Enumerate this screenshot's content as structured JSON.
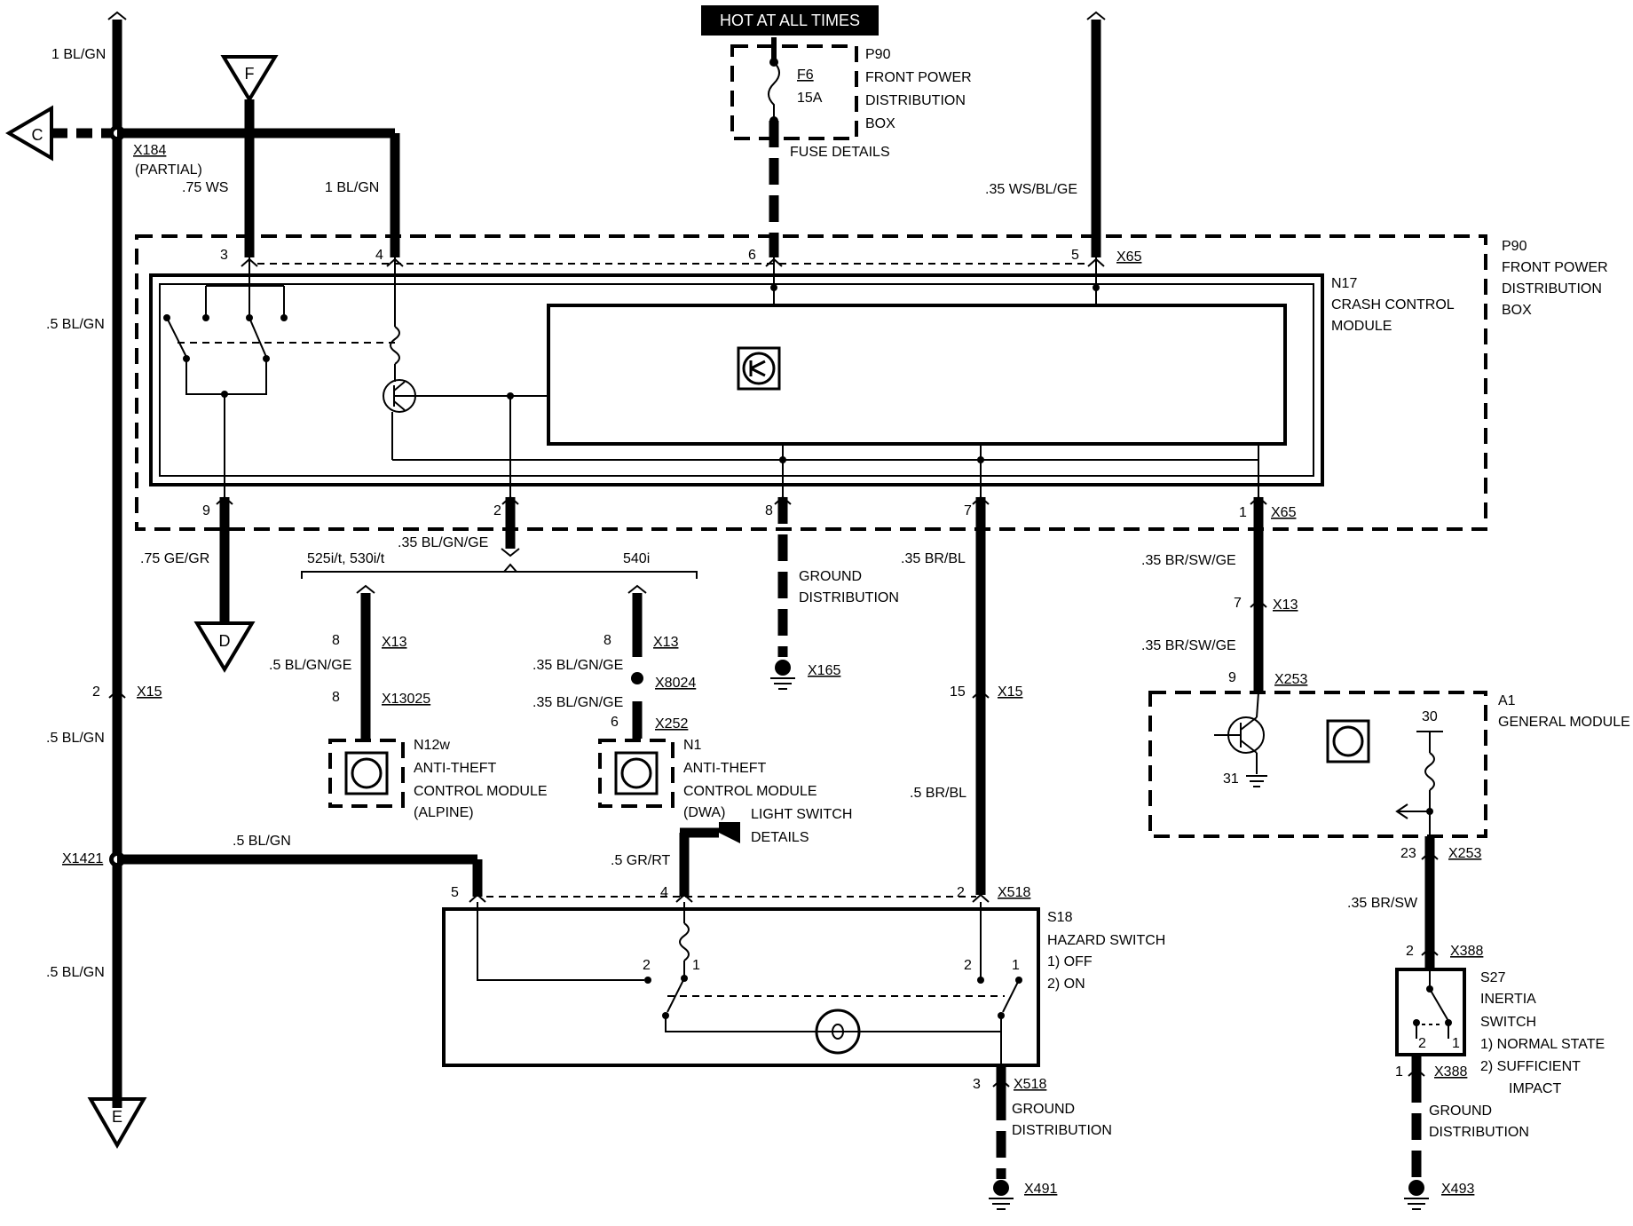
{
  "hot_label": "HOT AT ALL TIMES",
  "fuse": {
    "name": "F6",
    "rating": "15A",
    "details": "FUSE DETAILS"
  },
  "p90": {
    "id": "P90",
    "line1": "FRONT POWER",
    "line2": "DISTRIBUTION",
    "line3": "BOX"
  },
  "n17": {
    "id": "N17",
    "line1": "CRASH CONTROL",
    "line2": "MODULE"
  },
  "connectors": {
    "f": "F",
    "c": "C",
    "d": "D",
    "e": "E",
    "x184": "X184",
    "partial": "(PARTIAL)",
    "x65": "X65",
    "x15": "X15",
    "x13": "X13",
    "x13025": "X13025",
    "x8024": "X8024",
    "x252": "X252",
    "x165": "X165",
    "x253": "X253",
    "x1421": "X1421",
    "x518": "X518",
    "x388": "X388",
    "x491": "X491",
    "x493": "X493"
  },
  "wires": {
    "bl_gn_1": "1 BL/GN",
    "ws_075": ".75 WS",
    "bl_gn_1b": "1 BL/GN",
    "ws_bl_ge": ".35 WS/BL/GE",
    "bl_gn_05": ".5 BL/GN",
    "ge_gr": ".75 GE/GR",
    "bl_gn_ge_035": ".35 BL/GN/GE",
    "bl_gn_ge_05": ".5 BL/GN/GE",
    "br_bl_035": ".35 BR/BL",
    "br_bl_05": ".5 BR/BL",
    "br_sw_ge": ".35 BR/SW/GE",
    "br_sw": ".35 BR/SW",
    "gr_rt": ".5 GR/RT"
  },
  "variants": {
    "v1": "525i/t, 530i/t",
    "v2": "540i"
  },
  "ground_distribution": {
    "line1": "GROUND",
    "line2": "DISTRIBUTION"
  },
  "n12w": {
    "id": "N12w",
    "line1": "ANTI-THEFT",
    "line2": "CONTROL MODULE",
    "line3": "(ALPINE)"
  },
  "n1": {
    "id": "N1",
    "line1": "ANTI-THEFT",
    "line2": "CONTROL MODULE",
    "line3": "(DWA)"
  },
  "light_switch": {
    "line1": "LIGHT SWITCH",
    "line2": "DETAILS"
  },
  "a1": {
    "id": "A1",
    "line1": "GENERAL MODULE"
  },
  "s18": {
    "id": "S18",
    "title": "HAZARD SWITCH",
    "s1": "1)  OFF",
    "s2": "2)  ON"
  },
  "s27": {
    "id": "S27",
    "line1": "INERTIA",
    "line2": "SWITCH",
    "s1": "1)  NORMAL STATE",
    "s2a": "2)  SUFFICIENT",
    "s2b": "IMPACT"
  },
  "pins": {
    "p3": "3",
    "p4": "4",
    "p6": "6",
    "p5": "5",
    "p9": "9",
    "p2": "2",
    "p8": "8",
    "p7": "7",
    "p1": "1",
    "x13_8a": "8",
    "x13025_8": "8",
    "x13_8b": "8",
    "x252_6": "6",
    "x15_2": "2",
    "x15_15": "15",
    "x13_7": "7",
    "x253_9": "9",
    "a1_31": "31",
    "a1_30": "30",
    "x253_23": "23",
    "x518_5": "5",
    "x518_4": "4",
    "x518_2": "2",
    "x518_3": "3",
    "s18_l2": "2",
    "s18_l1": "1",
    "s18_r2": "2",
    "s18_r1": "1",
    "x388_2": "2",
    "s27_2": "2",
    "s27_1": "1",
    "x388_1": "1"
  }
}
